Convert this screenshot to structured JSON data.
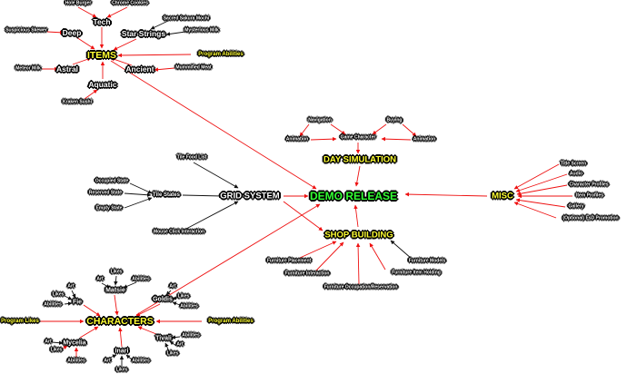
{
  "colors": {
    "red_arrow": "#ee1111",
    "black_arrow": "#111111",
    "yellow_label": "#ffff33",
    "green_label": "#33ff33",
    "text_fill": "#ffffff",
    "outline": "#000000"
  },
  "nodes": {
    "hole_burger": "Hole Burger",
    "chrome_cookies": "Chrome Cookies",
    "tech": "Tech",
    "sacred_sakura_mochi": "Sacred Sakura Mochi",
    "mysterious_milk": "Mysterious Milk",
    "star_strings": "Star Strings",
    "suspicious_skewer": "Suspicious Skewer",
    "deep": "Deep",
    "items": "ITEMS",
    "program_abilities_items": "Program Abilities",
    "meteor_milk": "Meteor Milk",
    "astral": "Astral",
    "ancient": "Ancient",
    "mummified_meat": "Mummified Meat",
    "aquatic": "Aquatic",
    "kraken_sushi": "Kraken Sushi",
    "navigation": "Navigation",
    "buying": "Buying",
    "animation_left": "Animation",
    "game_character": "Game Character",
    "animation_right": "Animation",
    "day_simulation": "DAY SIMULATION",
    "tile_food_list": "Tile Food List",
    "occupied_state": "Occupied State",
    "reserved_state": "Reserved State",
    "empty_state": "Empty State",
    "tile_states": "Tile States",
    "grid_system": "GRID SYSTEM",
    "demo_release": "DEMO RELEASE",
    "mouse_click_interaction": "Mouse Click Interaction",
    "title_screen": "Title Screen",
    "audio": "Audio",
    "character_profiles": "Character Profiles",
    "item_profiles": "Item Profiles",
    "gallery": "Gallery",
    "optional_esd_promotion": "(Optional) EsD Promotion",
    "misc": "MISC",
    "shop_building": "SHOP BUILDING",
    "furniture_placement": "Furniture Placement",
    "furniture_models": "Furniture Models",
    "furniture_interaction": "Furniture Interaction",
    "furniture_item_holding": "Furniture Item Holding",
    "furniture_occupation": "Furniture Occupation/Reservation",
    "likes_matsie": "Likes",
    "art_matsie": "Art",
    "abilities_matsie": "Abilities",
    "matsie": "Matsie",
    "art_goldis": "Art",
    "goldis": "Goldis",
    "likes_goldis": "Likes",
    "abilities_goldis": "Abilities",
    "art_fie": "Art",
    "likes_fie": "Likes",
    "fie": "Fie",
    "abilities_fie": "Abilities",
    "program_likes": "Program Likes",
    "characters": "CHARACTERS",
    "program_abilities_chars": "Program Abilities",
    "art_mycelia": "Art",
    "mycelia": "Mycelia",
    "likes_mycelia": "Likes",
    "abilities_mycelia": "Abilities",
    "tivali": "Tivali",
    "abilities_tivali": "Abilities",
    "art_tivali": "Art",
    "likes_tivali": "Likes",
    "inari": "Inari",
    "art_inari": "Art",
    "abilities_inari": "Abilities",
    "likes_inari": "Likes"
  }
}
